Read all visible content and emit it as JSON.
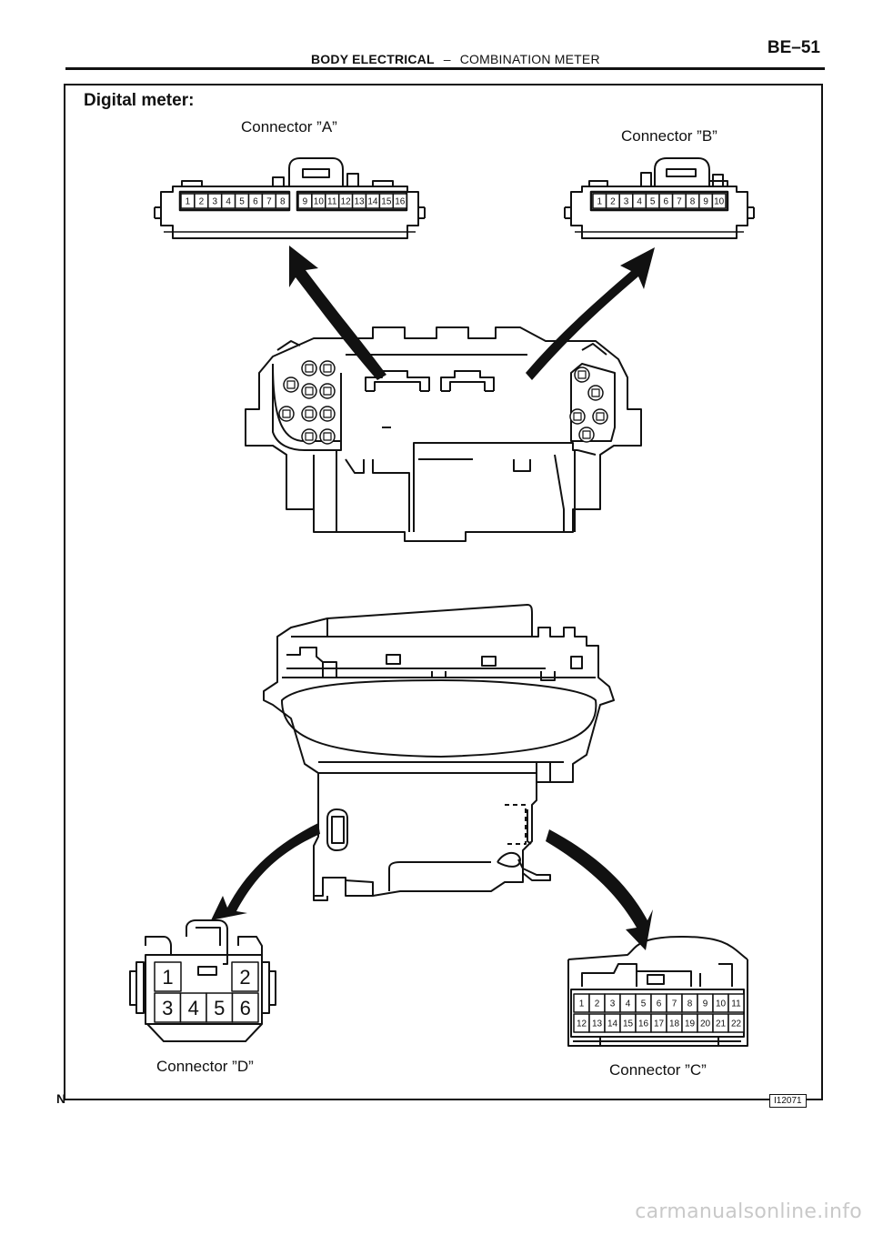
{
  "header": {
    "section": "BODY ELECTRICAL",
    "separator": "–",
    "subsection": "COMBINATION METER",
    "page_number": "BE–51"
  },
  "figure": {
    "title": "Digital meter:",
    "corner_mark": "N",
    "figure_id": "I12071"
  },
  "connectors": {
    "a": {
      "label": "Connector ”A”",
      "pins_left": [
        "1",
        "2",
        "3",
        "4",
        "5",
        "6",
        "7",
        "8"
      ],
      "pins_right": [
        "9",
        "10",
        "11",
        "12",
        "13",
        "14",
        "15",
        "16"
      ]
    },
    "b": {
      "label": "Connector ”B”",
      "pins": [
        "1",
        "2",
        "3",
        "4",
        "5",
        "6",
        "7",
        "8",
        "9",
        "10"
      ]
    },
    "c": {
      "label": "Connector ”C”",
      "pins_top": [
        "1",
        "2",
        "3",
        "4",
        "5",
        "6",
        "7",
        "8",
        "9",
        "10",
        "11"
      ],
      "pins_bottom": [
        "12",
        "13",
        "14",
        "15",
        "16",
        "17",
        "18",
        "19",
        "20",
        "21",
        "22"
      ]
    },
    "d": {
      "label": "Connector ”D”",
      "pins_top": [
        "1",
        "2"
      ],
      "pins_bottom": [
        "3",
        "4",
        "5",
        "6"
      ]
    }
  },
  "watermark": "carmanualsonline.info"
}
